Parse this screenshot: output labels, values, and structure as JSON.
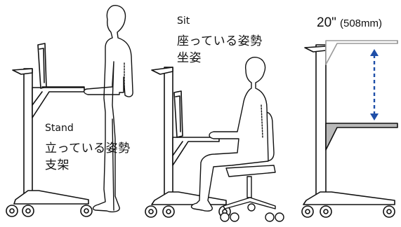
{
  "stand": {
    "en": "Stand",
    "jp1": "立っている姿勢",
    "jp2": "支架"
  },
  "sit": {
    "en": "Sit",
    "jp1": "座っている姿勢",
    "jp2": "坐姿"
  },
  "height_range": {
    "main": "20\"",
    "sub": "(508mm)"
  },
  "colors": {
    "line": "#111111",
    "shelf_gray": "#b9b9b9",
    "top_gray": "#9a9a9a",
    "arrow": "#1f4fa8"
  }
}
